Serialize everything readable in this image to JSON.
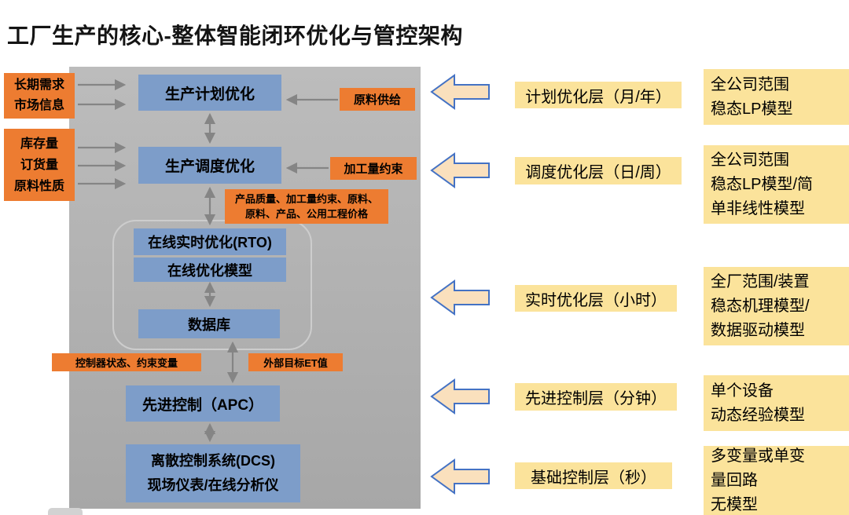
{
  "title": "工厂生产的核心-整体智能闭环优化与管控架构",
  "colors": {
    "orange_box": "#ED7C31",
    "blue_box": "#7D9DC9",
    "yellow_box": "#FBE39B",
    "panel_gray": "#AFAFAF",
    "block_arrow_fill": "#FAE0BD",
    "block_arrow_stroke": "#4472C4",
    "connector_gray": "#858585"
  },
  "inputs": [
    {
      "text": "长期需求\n市场信息"
    },
    {
      "text": "库存量\n订货量\n原料性质"
    }
  ],
  "process_boxes": [
    {
      "label": "生产计划优化"
    },
    {
      "label": "生产调度优化"
    },
    {
      "label": "在线实时优化(RTO)"
    },
    {
      "label": "在线优化模型"
    },
    {
      "label": "数据库"
    },
    {
      "label": "先进控制（APC）"
    },
    {
      "label": "离散控制系统(DCS)\n现场仪表/在线分析仪"
    }
  ],
  "annotations": [
    {
      "label": "原料供给"
    },
    {
      "label": "加工量约束"
    },
    {
      "label": "产品质量、加工量约束、原料、\n原料、产品、公用工程价格"
    },
    {
      "label": "控制器状态、约束变量"
    },
    {
      "label": "外部目标ET值"
    }
  ],
  "layers": [
    {
      "label": "计划优化层（月/年）",
      "model": "全公司范围\n稳态LP模型"
    },
    {
      "label": "调度优化层（日/周）",
      "model": "全公司范围\n稳态LP模型/简\n单非线性模型"
    },
    {
      "label": "实时优化层（小时）",
      "model": "全厂范围/装置\n稳态机理模型/\n数据驱动模型"
    },
    {
      "label": "先进控制层（分钟）",
      "model": "单个设备\n动态经验模型"
    },
    {
      "label": "基础控制层（秒）",
      "model": "多变量或单变\n量回路\n无模型"
    }
  ]
}
